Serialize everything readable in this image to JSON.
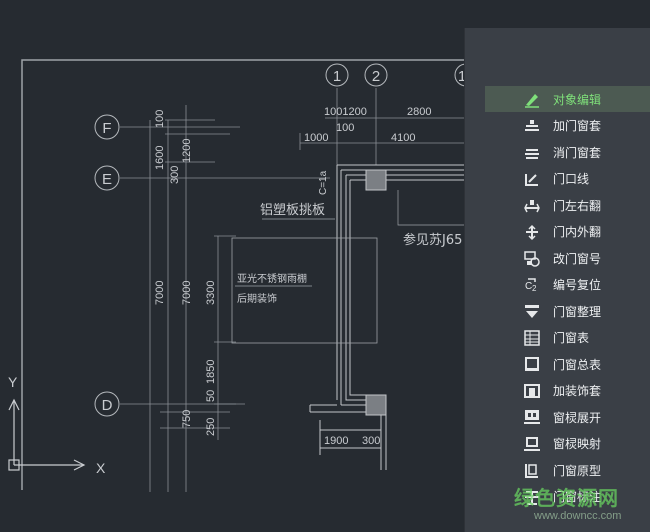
{
  "drawing": {
    "grid_axes": {
      "num1": "1",
      "num2": "2",
      "num3": "1",
      "F": "F",
      "E": "E",
      "D": "D"
    },
    "dims_top": {
      "d1": "1001200",
      "d2": "2800",
      "d3": "100",
      "d4": "1000",
      "d5": "4100"
    },
    "dims_vertical": {
      "v1": "1600",
      "v2": "100",
      "v3": "1200",
      "v4": "300",
      "v5": "7000",
      "v6": "7000",
      "v7": "3300",
      "v8": "1850",
      "v9": "50",
      "v10": "750",
      "v11": "250",
      "v12": "C=1a"
    },
    "dims_bottom": {
      "b1": "1900",
      "b2": "300"
    },
    "annotations": {
      "canopy": "铝塑板挑板",
      "ref": "参见苏J65",
      "note1": "亚光不锈钢雨棚",
      "note2": "后期装饰"
    },
    "ucs": {
      "y": "Y",
      "x": "X"
    }
  },
  "panel": {
    "items": [
      {
        "label": "对象编辑",
        "icon": "edit-object-icon",
        "active": true
      },
      {
        "label": "加门窗套",
        "icon": "add-door-frame-icon"
      },
      {
        "label": "消门窗套",
        "icon": "remove-door-frame-icon"
      },
      {
        "label": "门口线",
        "icon": "door-line-icon"
      },
      {
        "label": "门左右翻",
        "icon": "flip-left-right-icon"
      },
      {
        "label": "门内外翻",
        "icon": "flip-in-out-icon"
      },
      {
        "label": "改门窗号",
        "icon": "rename-door-number-icon"
      },
      {
        "label": "编号复位",
        "icon": "reset-number-icon"
      },
      {
        "label": "门窗整理",
        "icon": "organize-doors-icon"
      },
      {
        "label": "门窗表",
        "icon": "door-table-icon"
      },
      {
        "label": "门窗总表",
        "icon": "door-summary-table-icon"
      },
      {
        "label": "加装饰套",
        "icon": "add-decor-frame-icon"
      },
      {
        "label": "窗棂展开",
        "icon": "lattice-expand-icon"
      },
      {
        "label": "窗棂映射",
        "icon": "lattice-map-icon"
      },
      {
        "label": "门窗原型",
        "icon": "door-prototype-icon"
      },
      {
        "label": "门窗标注",
        "icon": "door-annotate-icon"
      }
    ]
  },
  "colors": {
    "background": "#262b31",
    "panel": "#3a3f46",
    "active_text": "#7fe07a",
    "active_bg": "#4c5a52"
  },
  "watermark": {
    "title": "绿色资源网",
    "url": "www.downcc.com"
  }
}
